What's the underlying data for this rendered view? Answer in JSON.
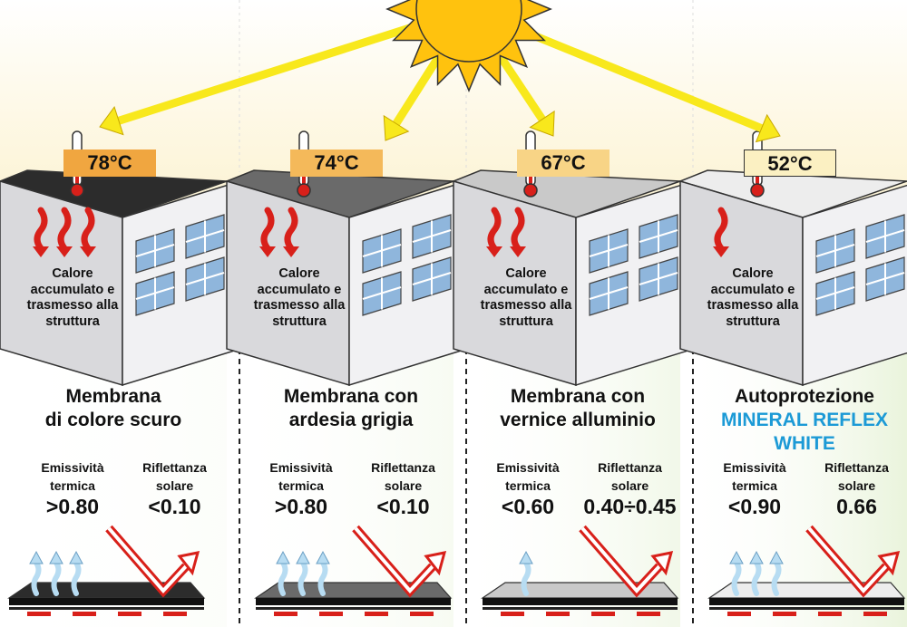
{
  "panels": [
    {
      "temperature": "78°C",
      "heat_text": [
        "Calore",
        "accumulato e",
        "trasmesso alla",
        "struttura"
      ],
      "title_lines": [
        "Membrana",
        "di colore scuro"
      ],
      "title_accent_lines": [],
      "emissivity_label": [
        "Emissività",
        "termica"
      ],
      "emissivity_value": ">0.80",
      "reflectance_label": [
        "Riflettanza",
        "solare"
      ],
      "reflectance_value": "<0.10",
      "roof_color": "#2c2c2c",
      "temp_box_color": "#f0a640",
      "heat_arrows": 3,
      "emission_arrows": 3
    },
    {
      "temperature": "74°C",
      "heat_text": [
        "Calore",
        "accumulato e",
        "trasmesso alla",
        "struttura"
      ],
      "title_lines": [
        "Membrana con",
        "ardesia grigia"
      ],
      "title_accent_lines": [],
      "emissivity_label": [
        "Emissività",
        "termica"
      ],
      "emissivity_value": ">0.80",
      "reflectance_label": [
        "Riflettanza",
        "solare"
      ],
      "reflectance_value": "<0.10",
      "roof_color": "#6a6a6a",
      "temp_box_color": "#f4b95a",
      "heat_arrows": 2,
      "emission_arrows": 3
    },
    {
      "temperature": "67°C",
      "heat_text": [
        "Calore",
        "accumulato e",
        "trasmesso alla",
        "struttura"
      ],
      "title_lines": [
        "Membrana con",
        "vernice alluminio"
      ],
      "title_accent_lines": [],
      "emissivity_label": [
        "Emissività",
        "termica"
      ],
      "emissivity_value": "<0.60",
      "reflectance_label": [
        "Riflettanza",
        "solare"
      ],
      "reflectance_value": "0.40÷0.45",
      "roof_color": "#c9c9c9",
      "temp_box_color": "#f8d486",
      "heat_arrows": 2,
      "emission_arrows": 1
    },
    {
      "temperature": "52°C",
      "heat_text": [
        "Calore",
        "accumulato e",
        "trasmesso alla",
        "struttura"
      ],
      "title_lines": [
        "Autoprotezione"
      ],
      "title_accent_lines": [
        "MINERAL REFLEX",
        "WHITE"
      ],
      "emissivity_label": [
        "Emissività",
        "termica"
      ],
      "emissivity_value": "<0.90",
      "reflectance_label": [
        "Riflettanza",
        "solare"
      ],
      "reflectance_value": "0.66",
      "roof_color": "#ededed",
      "temp_box_color": "#fbf0c2",
      "heat_arrows": 1,
      "emission_arrows": 3
    }
  ],
  "colors": {
    "sun": "#ffc20e",
    "sun_ray_arrow": "#f8e81c",
    "heat_arrow": "#d8201a",
    "reflect_arrow": "#d8201a",
    "emission_arrow": "#b7dcf2",
    "wall_front": "#d9d9dc",
    "wall_side": "#f1f1f3",
    "window": "#8fb6dc",
    "accent_text": "#1c9ad6"
  },
  "icons": [
    "sun-icon",
    "thermometer-icon",
    "heat-arrow-icon",
    "reflection-arrow-icon",
    "emission-arrow-icon",
    "window-icon"
  ]
}
